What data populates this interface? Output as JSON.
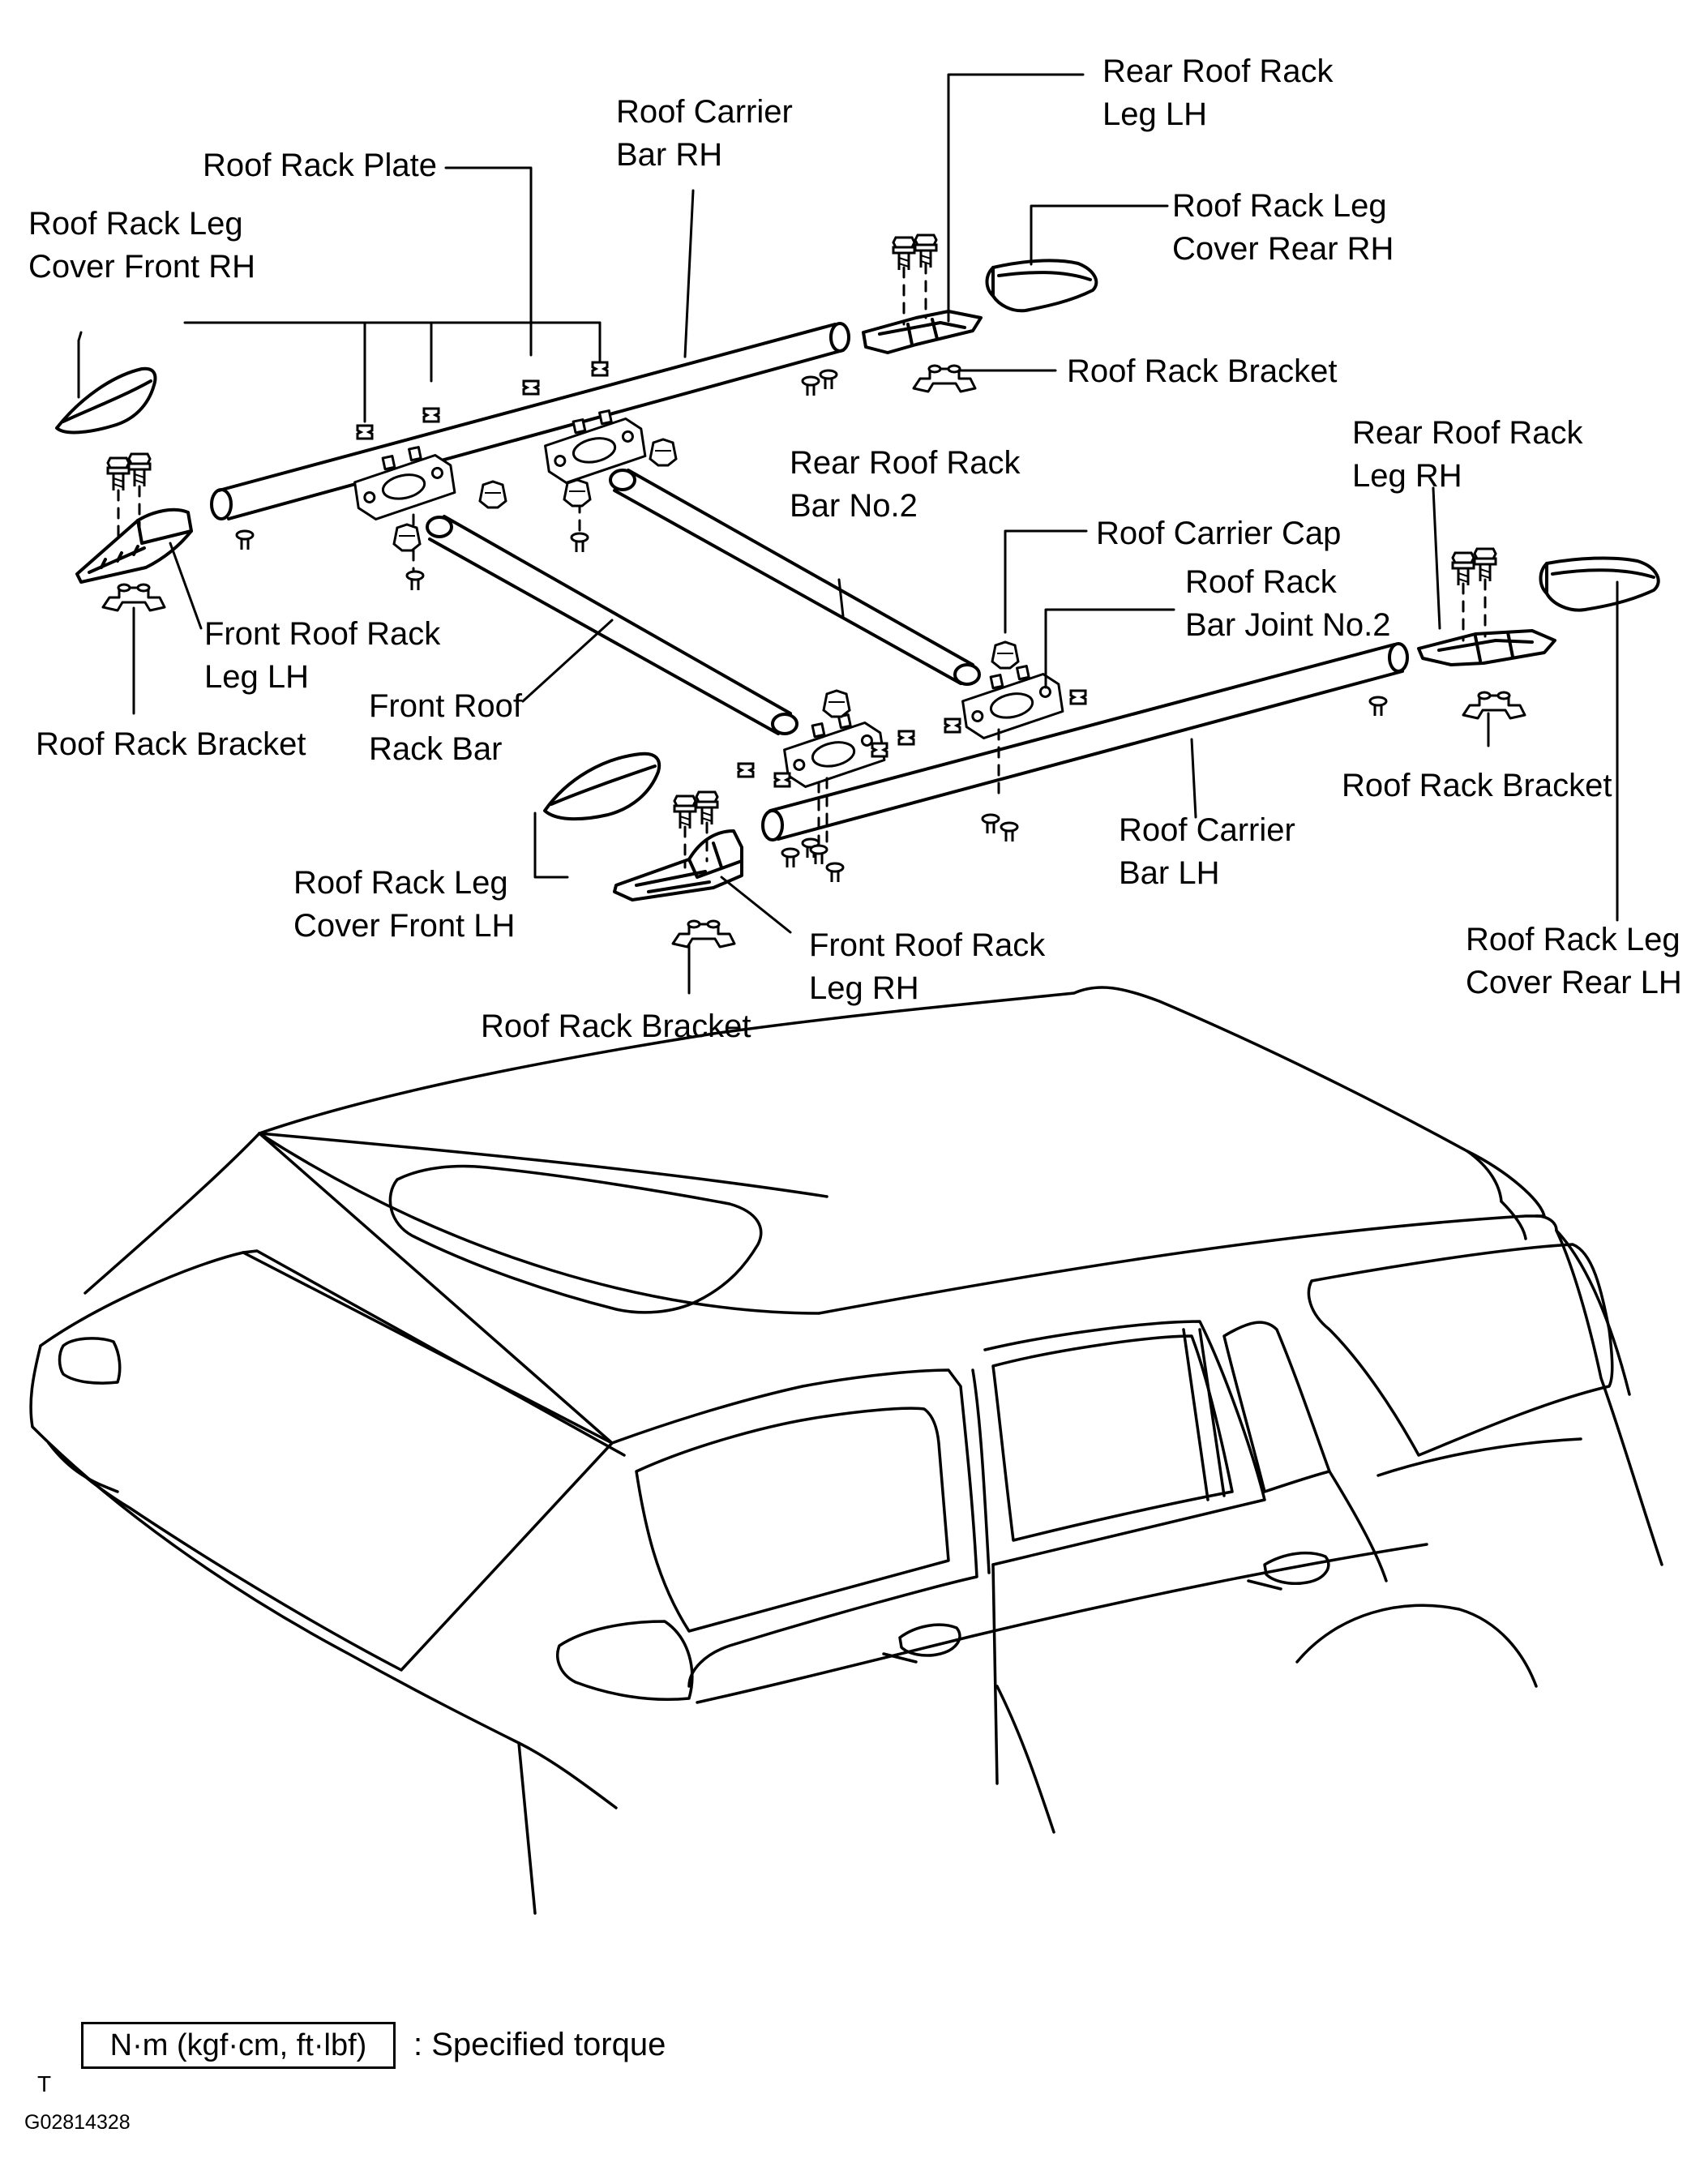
{
  "labels": {
    "rear_leg_lh": [
      "Rear Roof Rack",
      "Leg LH"
    ],
    "carrier_bar_rh": [
      "Roof Carrier",
      "Bar RH"
    ],
    "rack_plate": [
      "Roof Rack Plate"
    ],
    "cover_front_rh": [
      "Roof Rack Leg",
      "Cover Front RH"
    ],
    "cover_rear_rh": [
      "Roof Rack Leg",
      "Cover Rear RH"
    ],
    "bracket_top_right": [
      "Roof Rack Bracket"
    ],
    "rear_leg_rh": [
      "Rear Roof Rack",
      "Leg RH"
    ],
    "rear_bar_no2": [
      "Rear Roof Rack",
      "Bar No.2"
    ],
    "carrier_cap": [
      "Roof Carrier Cap"
    ],
    "bar_joint_no2": [
      "Roof Rack",
      "Bar Joint No.2"
    ],
    "front_leg_lh": [
      "Front Roof Rack",
      "Leg LH"
    ],
    "front_bar": [
      "Front Roof",
      "Rack Bar"
    ],
    "bracket_left": [
      "Roof Rack Bracket"
    ],
    "bracket_right": [
      "Roof Rack Bracket"
    ],
    "carrier_bar_lh": [
      "Roof Carrier",
      "Bar LH"
    ],
    "cover_front_lh": [
      "Roof Rack Leg",
      "Cover Front LH"
    ],
    "front_leg_rh": [
      "Front Roof Rack",
      "Leg RH"
    ],
    "cover_rear_lh": [
      "Roof Rack Leg",
      "Cover Rear LH"
    ],
    "bracket_bottom": [
      "Roof Rack Bracket"
    ]
  },
  "legend": {
    "unit_box": "N·m (kgf·cm, ft·lbf)",
    "text": ": Specified torque"
  },
  "footer": {
    "mark": "T",
    "code": "G02814328"
  }
}
